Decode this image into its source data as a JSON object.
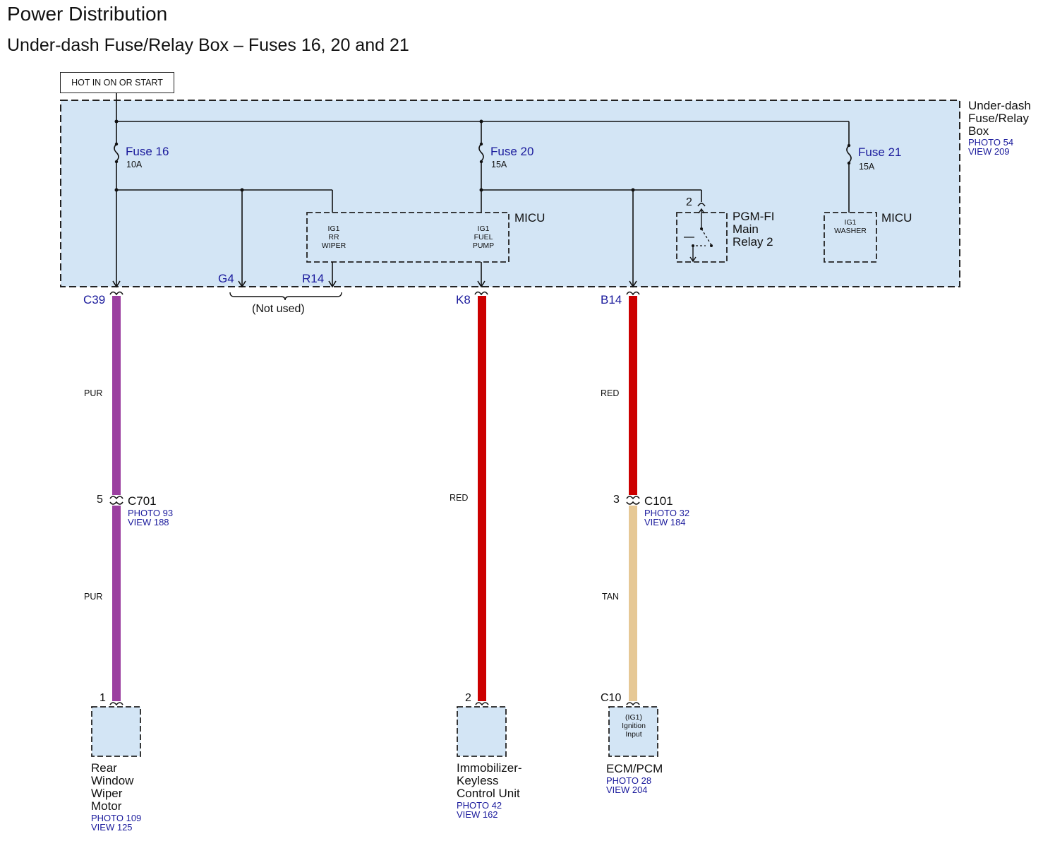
{
  "header": {
    "title": "Power Distribution",
    "subtitle": "Under-dash Fuse/Relay Box – Fuses 16, 20 and 21"
  },
  "supply": {
    "label": "HOT IN ON OR START"
  },
  "fuse_box": {
    "name_line1": "Under-dash",
    "name_line2": "Fuse/Relay",
    "name_line3": "Box",
    "photo": "PHOTO 54",
    "view": "VIEW 209"
  },
  "fuses": [
    {
      "name": "Fuse 16",
      "rating": "10A"
    },
    {
      "name": "Fuse 20",
      "rating": "15A"
    },
    {
      "name": "Fuse 21",
      "rating": "15A"
    }
  ],
  "micu_main": {
    "label": "MICU",
    "pin_wiper": {
      "l1": "IG1",
      "l2": "RR",
      "l3": "WIPER"
    },
    "pin_pump": {
      "l1": "IG1",
      "l2": "FUEL",
      "l3": "PUMP"
    }
  },
  "micu_washer": {
    "label": "MICU",
    "pin": {
      "l1": "IG1",
      "l2": "WASHER"
    }
  },
  "relay": {
    "terminal": "2",
    "name_line1": "PGM-FI",
    "name_line2": "Main",
    "name_line3": "Relay 2"
  },
  "terminals": {
    "g4": "G4",
    "r14": "R14",
    "not_used": "(Not used)",
    "c39": "C39",
    "k8": "K8",
    "b14": "B14"
  },
  "wires": {
    "left_upper": "PUR",
    "left_lower": "PUR",
    "middle": "RED",
    "right_upper": "RED",
    "right_lower": "TAN"
  },
  "colors": {
    "pur": "#9b3fa0",
    "red": "#cc0000",
    "tan": "#e6c895",
    "box_fill": "#d3e5f5"
  },
  "connectors": {
    "c701": {
      "pin": "5",
      "name": "C701",
      "photo": "PHOTO 93",
      "view": "VIEW 188"
    },
    "c101": {
      "pin": "3",
      "name": "C101",
      "photo": "PHOTO 32",
      "view": "VIEW 184"
    }
  },
  "components": {
    "wiper_motor": {
      "pin": "1",
      "name_line1": "Rear",
      "name_line2": "Window",
      "name_line3": "Wiper",
      "name_line4": "Motor",
      "photo": "PHOTO 109",
      "view": "VIEW 125"
    },
    "immobilizer": {
      "pin": "2",
      "name_line1": "Immobilizer-",
      "name_line2": "Keyless",
      "name_line3": "Control Unit",
      "photo": "PHOTO 42",
      "view": "VIEW 162"
    },
    "ecm": {
      "pin": "C10",
      "inner_l1": "(IG1)",
      "inner_l2": "Ignition",
      "inner_l3": "Input",
      "name": "ECM/PCM",
      "photo": "PHOTO 28",
      "view": "VIEW 204"
    }
  }
}
